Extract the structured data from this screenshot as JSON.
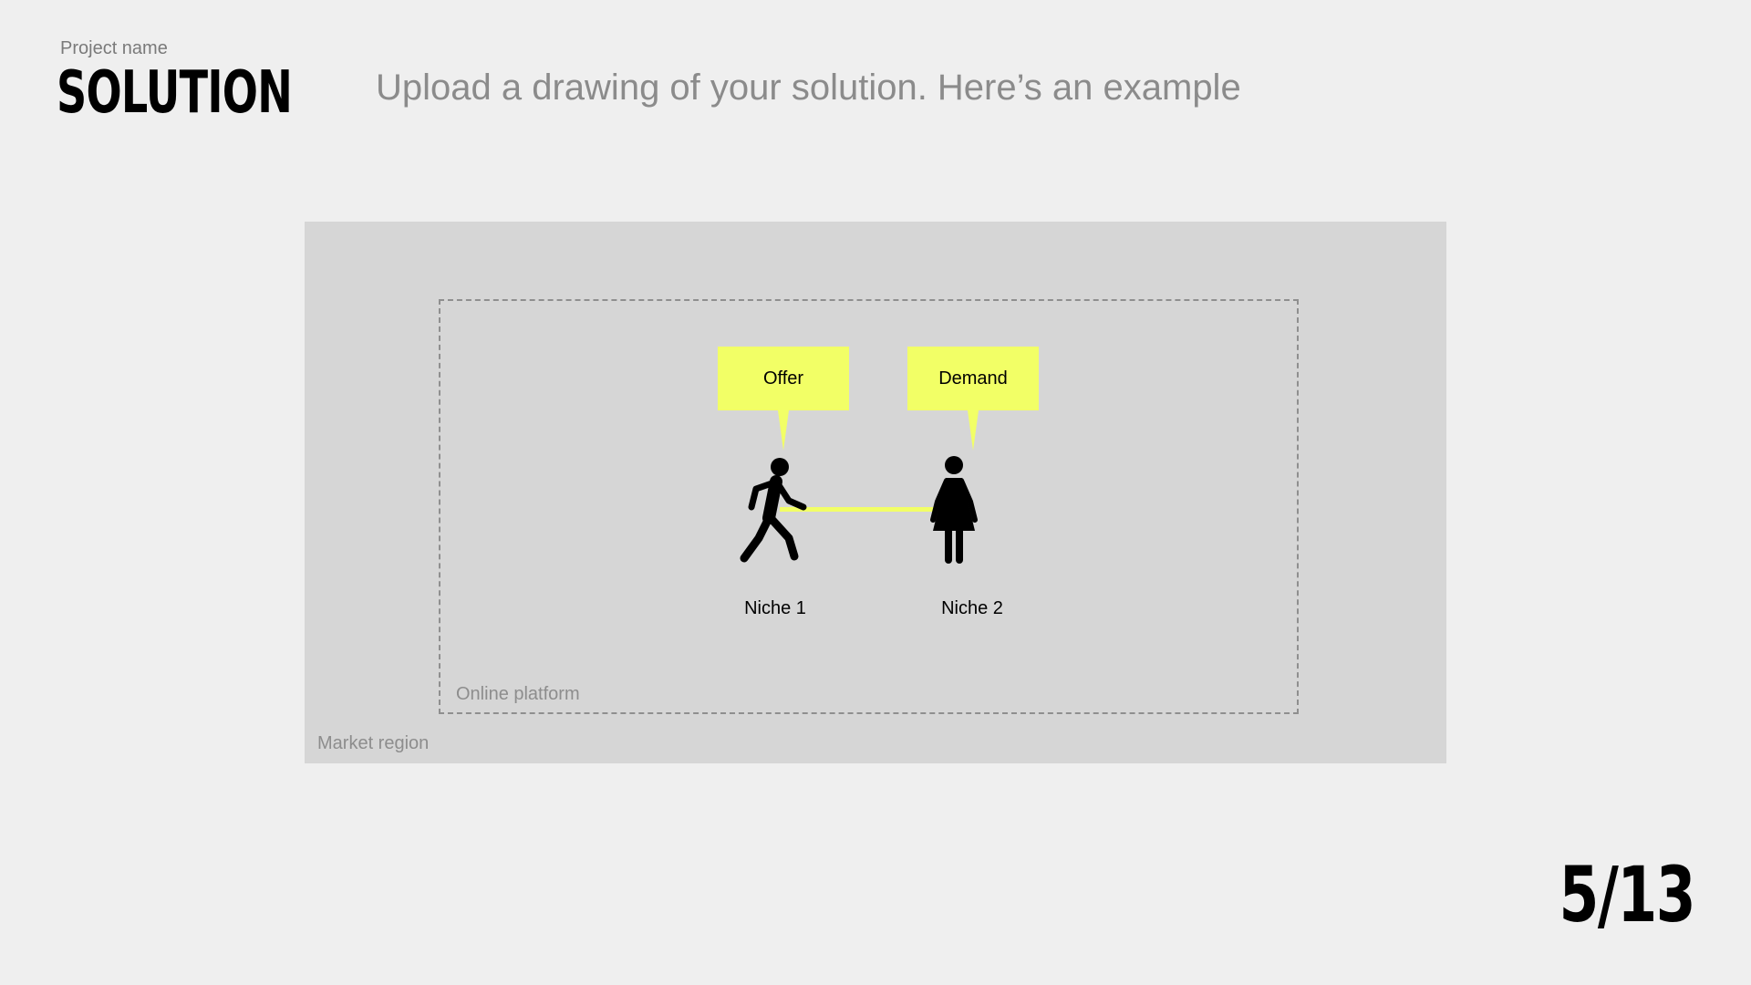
{
  "header": {
    "project_name": "Project name",
    "title": "SOLUTION",
    "instruction": "Upload a drawing of your solution. Here’s an example"
  },
  "diagram": {
    "market_region_label": "Market region",
    "online_platform_label": "Online platform",
    "niche1": {
      "bubble": "Offer",
      "label": "Niche 1"
    },
    "niche2": {
      "bubble": "Demand",
      "label": "Niche 2"
    },
    "colors": {
      "highlight": "#f2ff66",
      "market_region_bg": "#d6d6d6",
      "page_bg": "#efefef"
    },
    "icons": [
      "walking-man-icon",
      "woman-icon"
    ]
  },
  "footer": {
    "page_number": "5/13"
  }
}
